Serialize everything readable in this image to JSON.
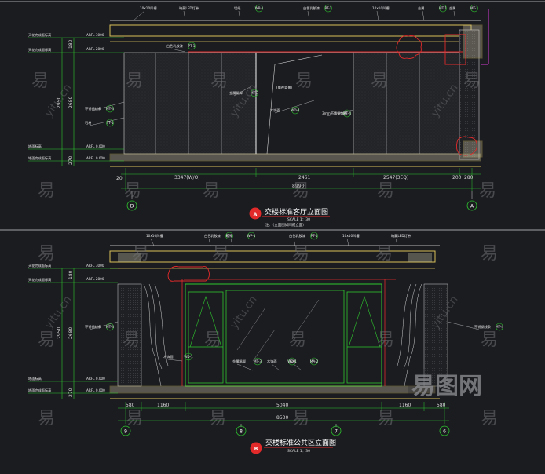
{
  "elevations": [
    {
      "title": "交楼标准客厅立面图",
      "bubble": "A",
      "scale": "SCALE 1：30",
      "note": "注：（立面图如同成立面）",
      "total_dim": "8990",
      "segment_dims": [
        "20",
        "3347(W/O)",
        "2461",
        "2547(3EQ)",
        "200",
        "280"
      ],
      "vertical_dims": [
        "2680",
        "2950",
        "180",
        "270"
      ],
      "levels": [
        "天花完成面标高",
        "天花完成面标高",
        "地面标高",
        "地面完成面标高"
      ],
      "level_values": [
        "ARFL 3000",
        "ARFL 2800",
        "ARFL 0.000",
        "ARFL 0.000"
      ],
      "grid_left": "D",
      "grid_right": "A",
      "center_label": "(电视背景)",
      "tags": [
        {
          "text": "10x10凹槽"
        },
        {
          "text": "暗藏LED灯带"
        },
        {
          "text": "墙纸",
          "code": "WP-1"
        },
        {
          "text": "白色乳胶漆",
          "code": "PT-1"
        },
        {
          "text": "10x10凹槽"
        },
        {
          "text": "金属",
          "code": "MT-1"
        },
        {
          "text": "金属",
          "code": "MT-1"
        },
        {
          "text": "白色乳胶漆",
          "code": "PT-1"
        },
        {
          "text": "不锈钢线条",
          "code": "MT-4"
        },
        {
          "text": "石材",
          "code": "ST-1"
        },
        {
          "text": "木饰面",
          "code": "WD-1"
        },
        {
          "text": "3mm不锈钢饰线",
          "code": "MT-4"
        },
        {
          "text": "金属踢脚",
          "code": "MT-3"
        }
      ]
    },
    {
      "title": "交楼标准公共区立面图",
      "bubble": "B",
      "scale": "SCALE 1：30",
      "total_dim": "8530",
      "segment_dims": [
        "580",
        "1160",
        "5040",
        "1160",
        "580"
      ],
      "vertical_dims": [
        "2680",
        "2950",
        "180",
        "270"
      ],
      "levels": [
        "天花完成面标高",
        "天花完成面标高",
        "地面标高",
        "地面完成面标高"
      ],
      "level_values": [
        "ARFL 3000",
        "ARFL 2800",
        "ARFL 0.000",
        "ARFL 0.000"
      ],
      "grid_labels": [
        "9",
        "8",
        "7",
        "6"
      ],
      "tags": [
        {
          "text": "10x10凹槽"
        },
        {
          "text": "墙纸",
          "code": "WP-1"
        },
        {
          "text": "白色乳胶漆",
          "code": "PT-1"
        },
        {
          "text": "白色乳胶漆",
          "code": "PT-1"
        },
        {
          "text": "10x10凹槽"
        },
        {
          "text": "暗藏LED灯带"
        },
        {
          "text": "不锈钢线条",
          "code": "MT-4"
        },
        {
          "text": "不锈钢线条",
          "code": "MT-4"
        },
        {
          "text": "木饰面",
          "code": "WD-1"
        },
        {
          "text": "金属踢脚",
          "code": "MT-3"
        },
        {
          "text": "木饰面",
          "code": "WD-1"
        },
        {
          "text": "石材",
          "code": "MA-2"
        }
      ]
    }
  ],
  "watermark": {
    "glyph": "易",
    "site": "yitu.cn",
    "brand": "易图网"
  },
  "colors": {
    "background": "#1b1c20",
    "cad_line": "#2ec82e",
    "cad_red": "#e22a2a",
    "cad_yellow": "#d8c05a",
    "cad_white": "#f2f2f2",
    "wall_pattern": "#26272a"
  }
}
